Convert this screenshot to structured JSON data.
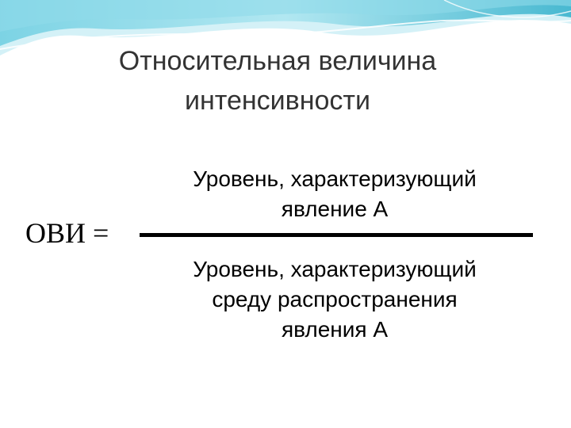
{
  "slide": {
    "title_lines": [
      "Относительная величина",
      "интенсивности"
    ],
    "formula": {
      "lhs": "ОВИ =",
      "numerator_lines": [
        "Уровень, характеризующий",
        "явление А"
      ],
      "denominator_lines": [
        "Уровень, характеризующий",
        "среду распространения",
        "явления А"
      ]
    }
  },
  "colors": {
    "title_text": "#333333",
    "body_text": "#000000",
    "wave_light": "#c9eef5",
    "wave_mid": "#6fd0e3",
    "wave_dark": "#1aa6c4"
  }
}
